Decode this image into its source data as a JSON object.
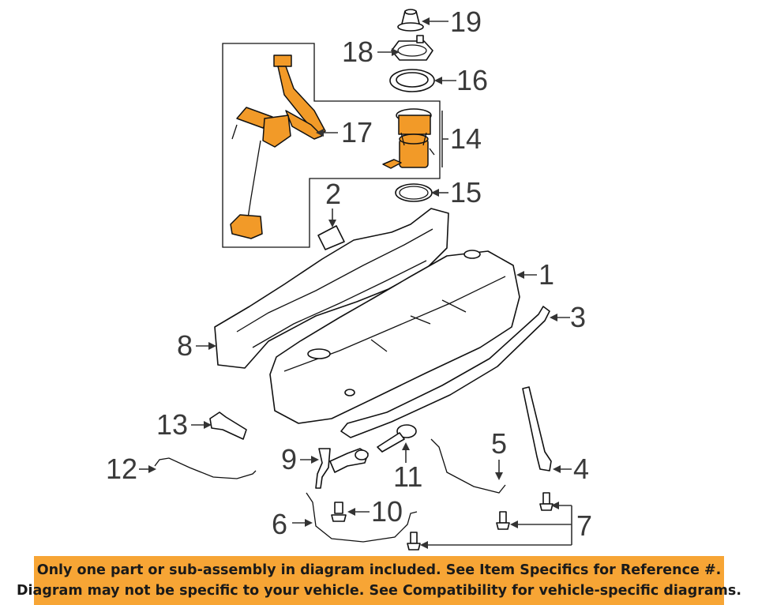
{
  "callouts": {
    "c1": "1",
    "c2": "2",
    "c3": "3",
    "c4": "4",
    "c5": "5",
    "c6": "6",
    "c7": "7",
    "c8": "8",
    "c9": "9",
    "c10": "10",
    "c11": "11",
    "c12": "12",
    "c13": "13",
    "c14": "14",
    "c15": "15",
    "c16": "16",
    "c17": "17",
    "c18": "18",
    "c19": "19"
  },
  "footer": {
    "line1": "Only one part or sub-assembly in diagram included. See Item Specifics for Reference #.",
    "line2": "Diagram may not be specific to your vehicle. See Compatibility for vehicle-specific diagrams."
  },
  "colors": {
    "highlight": "#f29a28",
    "banner": "#f7a535",
    "label": "#3a3a3a"
  }
}
